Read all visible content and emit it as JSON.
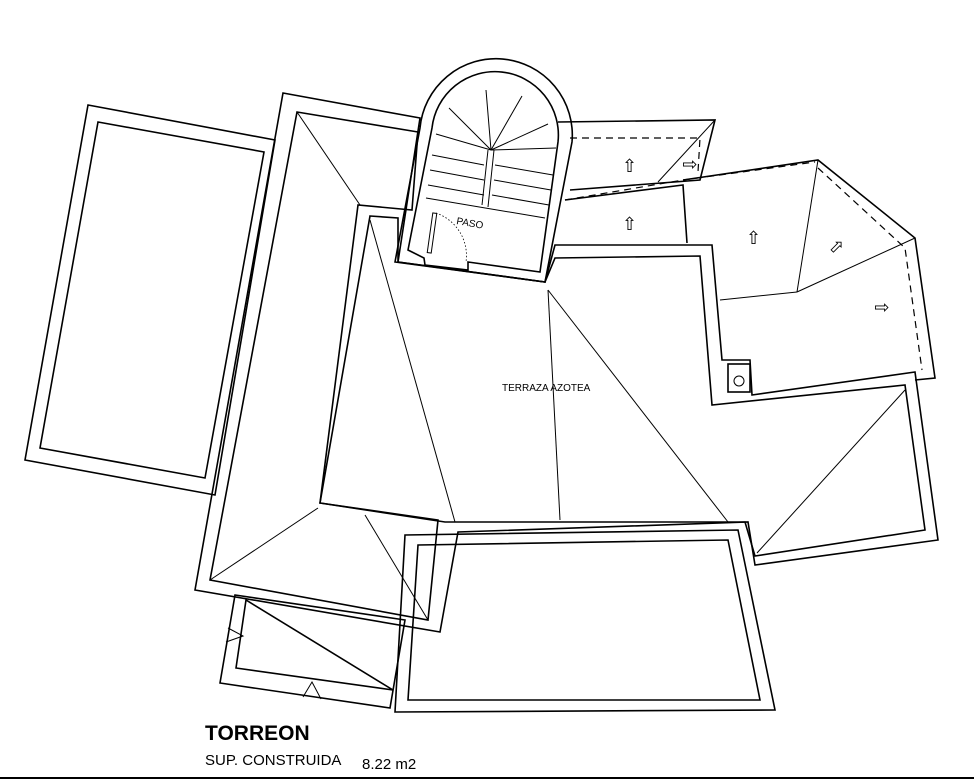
{
  "plan": {
    "title": "TORREON",
    "surface_label": "SUP. CONSTRUIDA",
    "surface_value": "8.22  m2",
    "rooms": {
      "paso": "PASO",
      "terraza": "TERRAZA AZOTEA"
    },
    "slope_arrow_icon": "⇧"
  }
}
